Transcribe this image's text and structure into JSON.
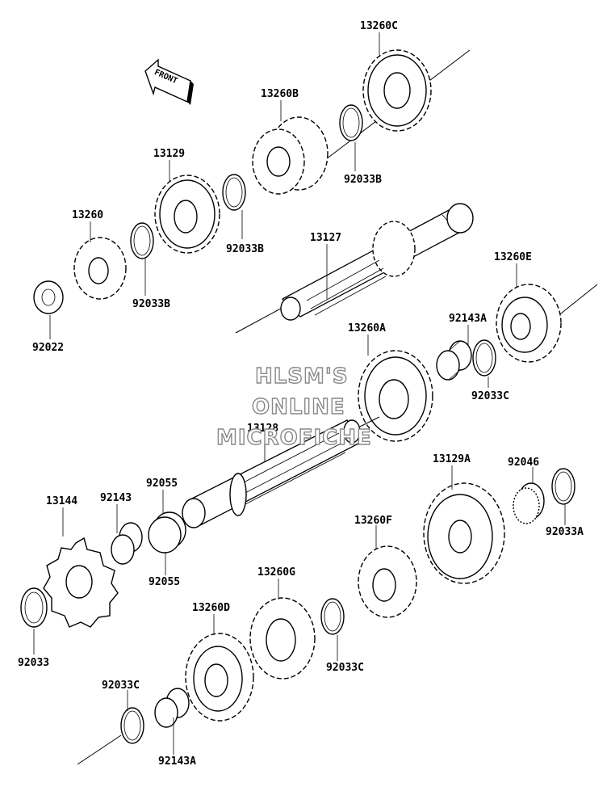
{
  "direction_indicator": {
    "text": "FRONT"
  },
  "watermark": {
    "lines": [
      "HLSM'S",
      "ONLINE",
      "MICROFICHE"
    ]
  },
  "part_labels": [
    "13260C",
    "13260B",
    "92033B",
    "13129",
    "92033B",
    "13260",
    "92033B",
    "92022",
    "13127",
    "13260E",
    "92143A",
    "13260A",
    "92033C",
    "13128",
    "13144",
    "92143",
    "92055",
    "92055",
    "92033",
    "13129A",
    "92046",
    "92033A",
    "13260F",
    "13260G",
    "13260D",
    "92033C",
    "92033C",
    "92143A"
  ]
}
